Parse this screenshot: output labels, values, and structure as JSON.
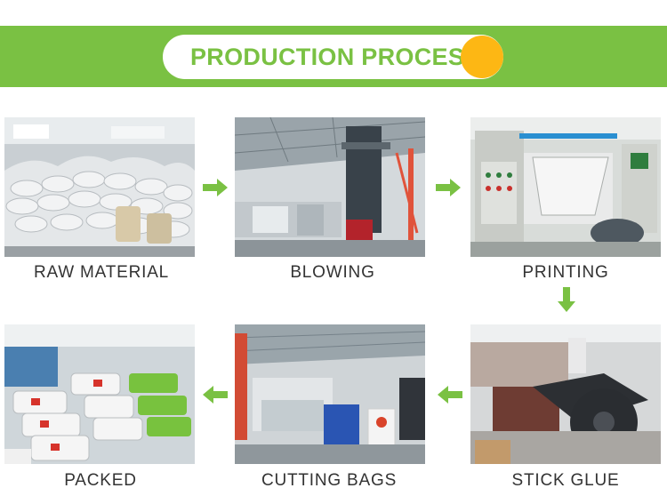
{
  "header": {
    "title": "PRODUCTION PROCESS"
  },
  "colors": {
    "banner": "#7ac143",
    "accent_dot": "#fdb714",
    "arrow": "#7ac143",
    "label_text": "#333333"
  },
  "steps": [
    {
      "label": "RAW MATERIAL",
      "icon": "raw-material-photo"
    },
    {
      "label": "BLOWING",
      "icon": "blowing-machine-photo"
    },
    {
      "label": "PRINTING",
      "icon": "printing-machine-photo"
    },
    {
      "label": "STICK GLUE",
      "icon": "stick-glue-machine-photo"
    },
    {
      "label": "CUTTING BAGS",
      "icon": "cutting-bags-machine-photo"
    },
    {
      "label": "PACKED",
      "icon": "packed-bags-photo"
    }
  ],
  "flow_arrows": [
    "arrow-right-icon",
    "arrow-right-icon",
    "arrow-down-icon",
    "arrow-left-icon",
    "arrow-left-icon"
  ]
}
